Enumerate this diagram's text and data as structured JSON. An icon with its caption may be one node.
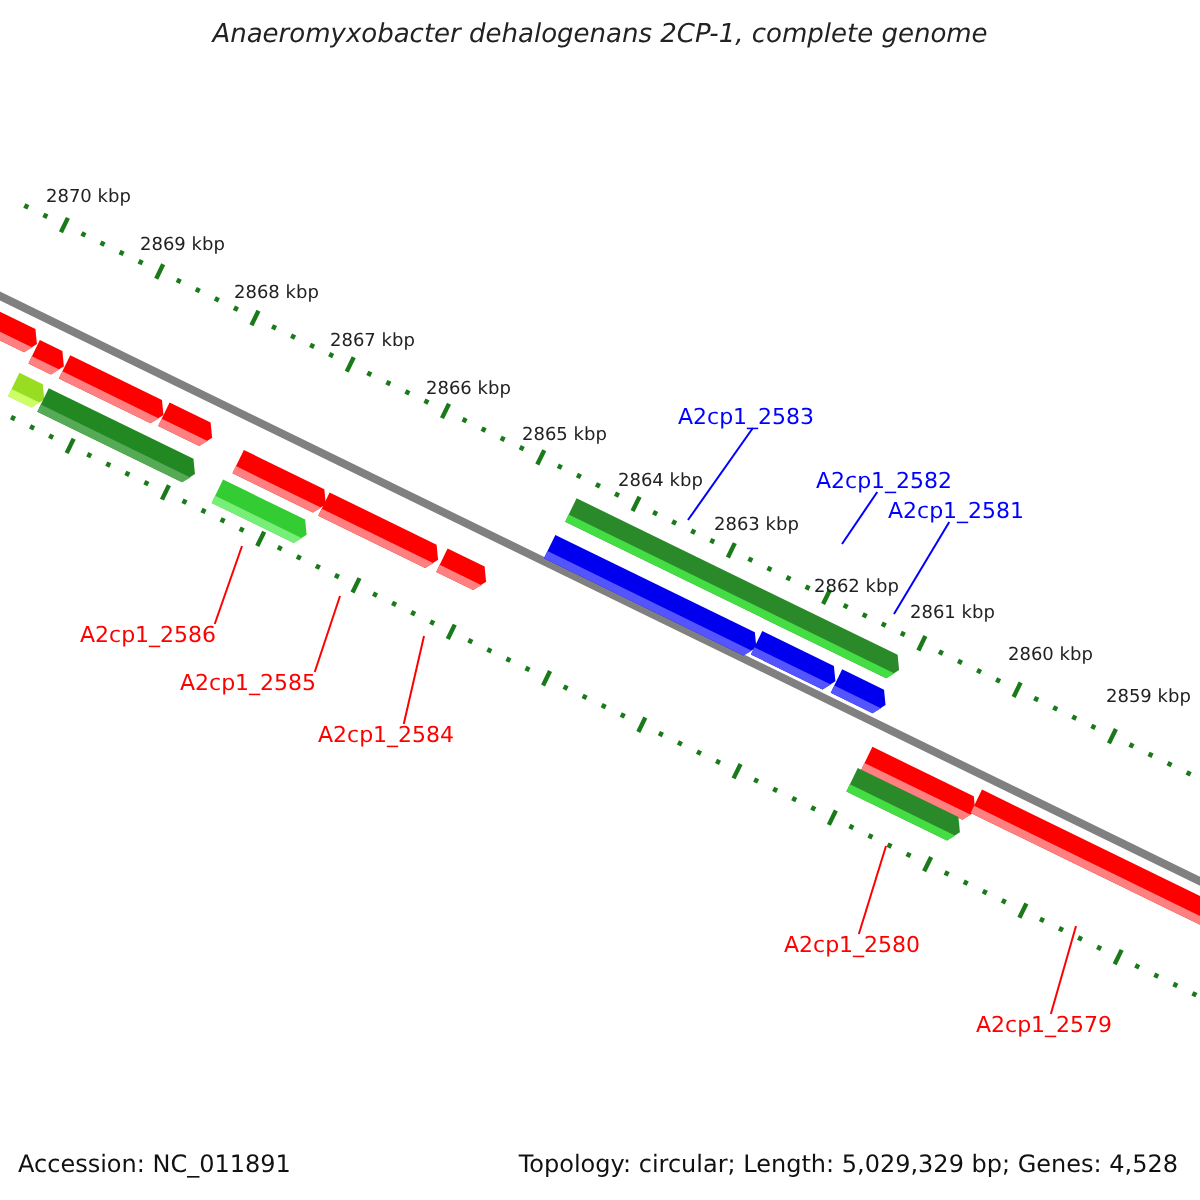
{
  "diagram": {
    "title": "Anaeromyxobacter dehalogenans 2CP-1, complete genome",
    "nodes": [
      {
        "text": [
          "A2cp1_2583"
        ]
      },
      {
        "text": [
          "A2cp1_2582"
        ]
      },
      {
        "text": [
          "A2cp1_2581"
        ]
      },
      {
        "text": [
          "A2cp1_2586"
        ]
      },
      {
        "text": [
          "A2cp1_2585"
        ]
      },
      {
        "text": [
          "A2cp1_2584"
        ]
      },
      {
        "text": [
          "A2cp1_2580"
        ]
      },
      {
        "text": [
          "A2cp1_2579"
        ]
      }
    ],
    "edges": [
      {
        "from": 0,
        "to": null,
        "arrow": "none",
        "color": "#0000ff"
      },
      {
        "from": 1,
        "to": null,
        "arrow": "none",
        "color": "#0000ff"
      },
      {
        "from": 2,
        "to": null,
        "arrow": "none",
        "color": "#0000ff"
      },
      {
        "from": 3,
        "to": null,
        "arrow": "none"
      },
      {
        "from": 4,
        "to": null,
        "arrow": "none"
      },
      {
        "from": 5,
        "to": null,
        "arrow": "none"
      },
      {
        "from": 6,
        "to": null,
        "arrow": "none"
      },
      {
        "from": 7,
        "to": null,
        "arrow": "none"
      }
    ],
    "labels": [
      "2870 kbp",
      "2869 kbp",
      "2868 kbp",
      "2867 kbp",
      "2866 kbp",
      "2865 kbp",
      "2864 kbp",
      "2863 kbp",
      "2862 kbp",
      "2861 kbp",
      "2860 kbp",
      "2859 kbp",
      "Accession: NC_011891",
      "Topology: circular; Length: 5,029,329 bp; Genes: 4,528"
    ]
  }
}
